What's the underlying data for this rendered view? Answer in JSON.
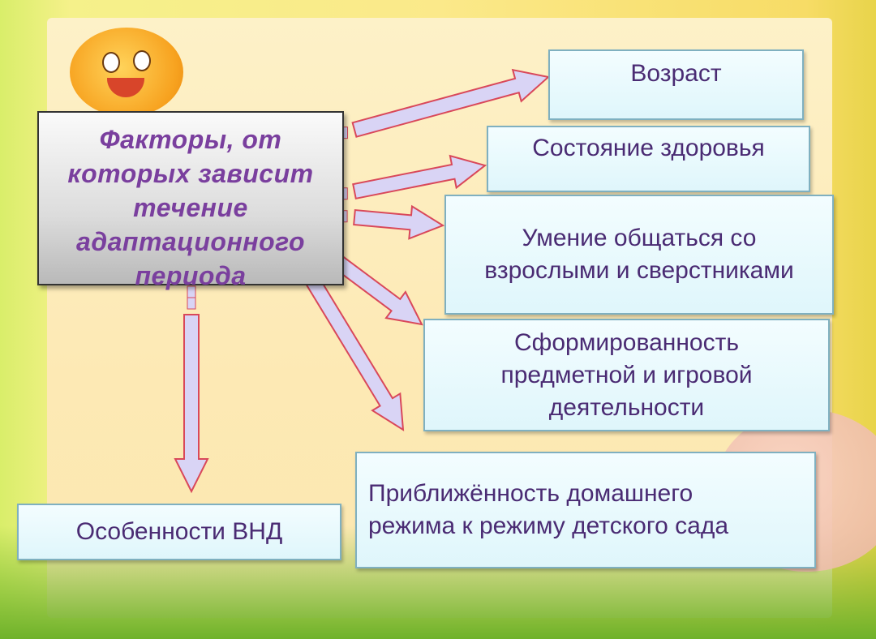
{
  "main": {
    "title": "Факторы, от которых зависит течение адаптационного периода"
  },
  "factors": [
    {
      "label": "Возраст"
    },
    {
      "label": "Состояние здоровья"
    },
    {
      "label": "Умение общаться со взрослыми и сверстниками"
    },
    {
      "label": "Сформированность предметной и игровой деятельности"
    },
    {
      "label": "Приближённость домашнего режима к режиму детского сада"
    },
    {
      "label": "Особенности ВНД"
    }
  ],
  "colors": {
    "text": "#4a2b73",
    "title": "#7a3f9e",
    "arrow_fill": "#d9d4f5",
    "arrow_stroke": "#d9485a"
  }
}
